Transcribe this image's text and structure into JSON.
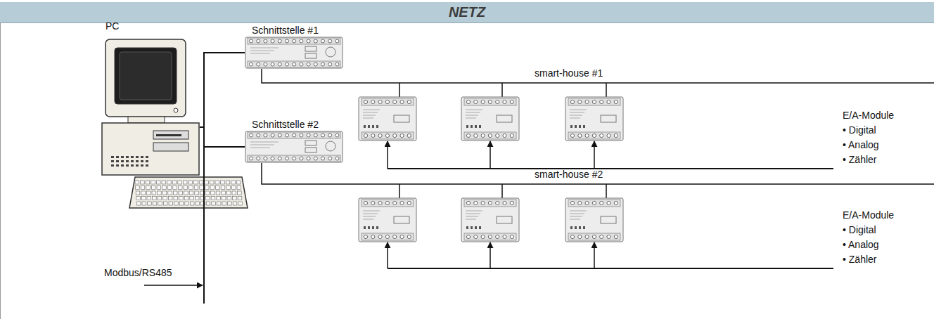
{
  "diagram": {
    "title": "NETZ",
    "nodes": [
      {
        "text": [
          "PC"
        ]
      },
      {
        "text": [
          "Schnittstelle #1"
        ]
      },
      {
        "text": [
          "Schnittstelle #2"
        ]
      }
    ],
    "edges": [
      {
        "from": 0,
        "to": 1,
        "arrow": "none"
      },
      {
        "from": 0,
        "to": 2,
        "arrow": "none"
      }
    ],
    "labels": [
      "smart-house #1",
      "E/A-Module",
      "• Digital",
      "• Analog",
      "• Zähler",
      "smart-house #2",
      "E/A-Module",
      "• Digital",
      "• Analog",
      "• Zähler",
      "Modbus/RS485"
    ]
  }
}
